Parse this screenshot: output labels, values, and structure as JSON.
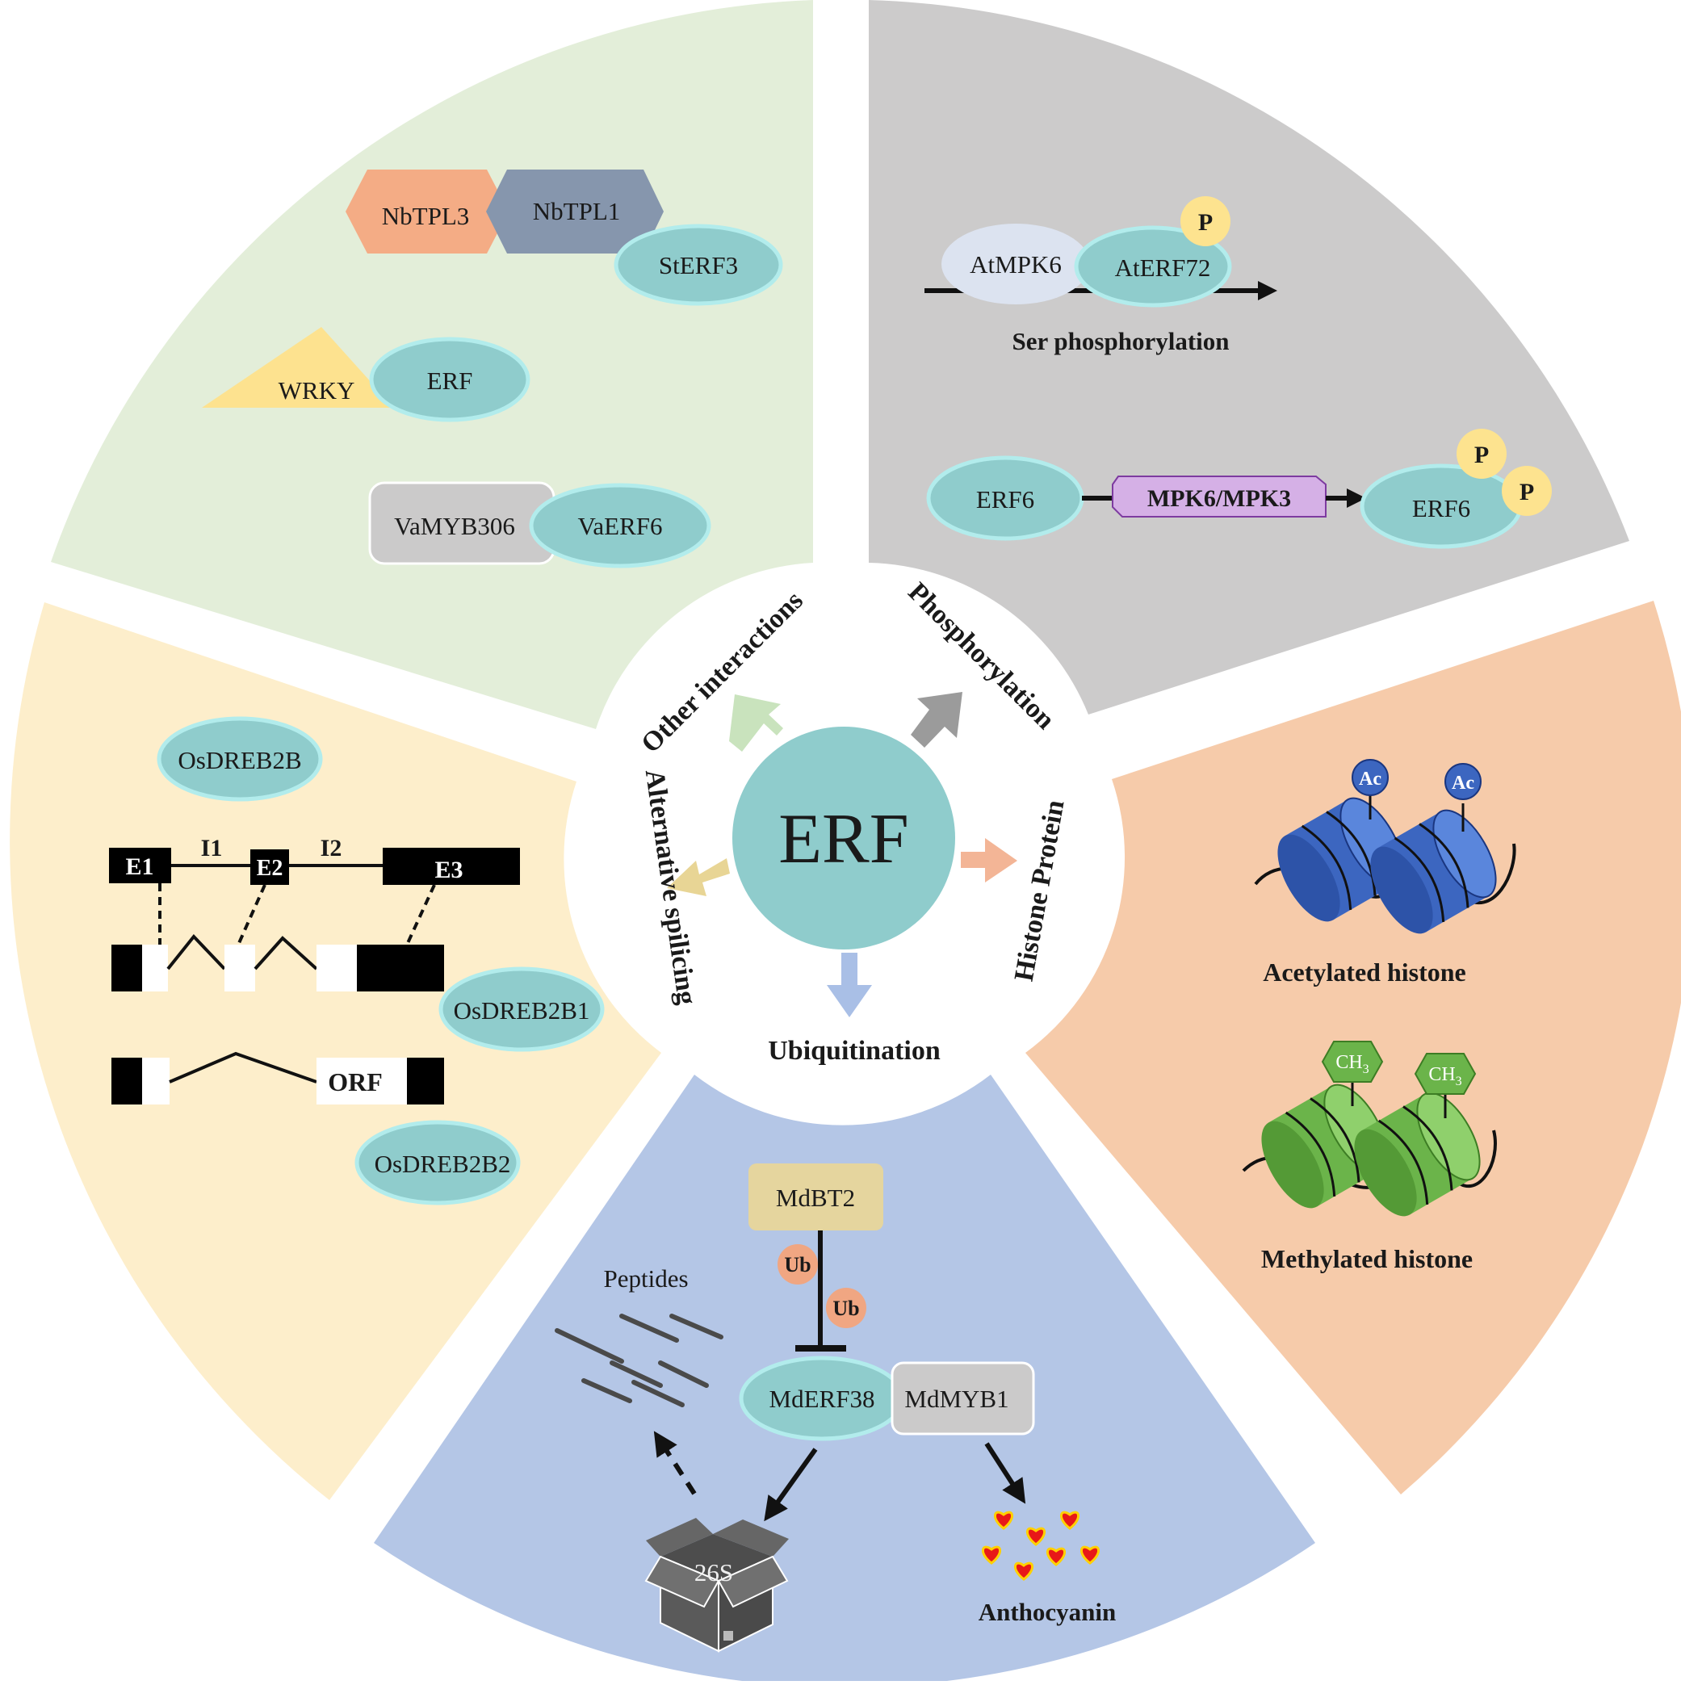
{
  "center": {
    "label": "ERF"
  },
  "categories": {
    "other_interactions": "Other interactions",
    "phosphorylation": "Phosphorylation",
    "histone_protein": "Histone Protein",
    "ubiquitination": "Ubiquitination",
    "alternative_splicing": "Alternative spilicing"
  },
  "other_interactions": {
    "nbtpl3": "NbTPL3",
    "nbtpl1": "NbTPL1",
    "sterf3": "StERF3",
    "wrky": "WRKY",
    "erf": "ERF",
    "vamyb306": "VaMYB306",
    "vaerf6": "VaERF6"
  },
  "phosphorylation": {
    "atmpk6": "AtMPK6",
    "aterf72": "AtERF72",
    "p": "P",
    "ser_phosphorylation": "Ser phosphorylation",
    "erf6_left": "ERF6",
    "mpk": "MPK6/MPK3",
    "erf6_right": "ERF6"
  },
  "histone": {
    "ac": "Ac",
    "acetylated": "Acetylated histone",
    "ch3": "CH",
    "ch3_sub": "3",
    "methylated": "Methylated histone"
  },
  "ubiquitination": {
    "mdbt2": "MdBT2",
    "ub": "Ub",
    "peptides": "Peptides",
    "mderf38": "MdERF38",
    "mdmyb1": "MdMYB1",
    "proteasome": "26S",
    "anthocyanin": "Anthocyanin"
  },
  "splicing": {
    "osdreb2b": "OsDREB2B",
    "e1": "E1",
    "e2": "E2",
    "e3": "E3",
    "i1": "I1",
    "i2": "I2",
    "osdreb2b1": "OsDREB2B1",
    "orf": "ORF",
    "osdreb2b2": "OsDREB2B2"
  },
  "colors": {
    "other_sector": "#e3eed9",
    "phospho_sector": "#cccbcb",
    "histone_sector": "#f6cbaa",
    "ubiquit_sector": "#b4c6e6",
    "splicing_sector": "#fdeecb",
    "erf_teal": "#8fcccc",
    "erf_outline": "#b2ecec",
    "phosphate": "#fde38f",
    "ubiquitin": "#f0a682",
    "mpk_fill": "#d5b0e6",
    "acetyl_blue": "#3c66c0",
    "methyl_green": "#6bb44a"
  }
}
